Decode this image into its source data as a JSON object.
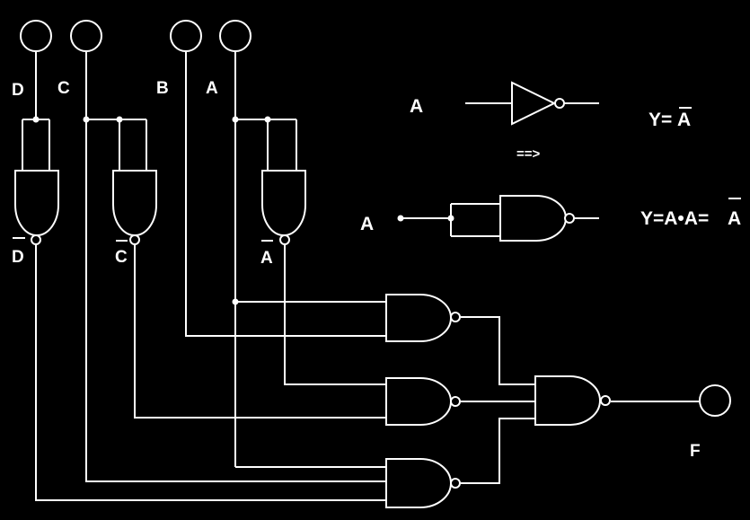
{
  "colors": {
    "background": "#000000",
    "stroke": "#ffffff"
  },
  "inputs": {
    "d": "D",
    "c": "C",
    "b": "B",
    "a": "A"
  },
  "inverted": {
    "d": "D",
    "c": "C",
    "a": "A"
  },
  "output": {
    "f": "F"
  },
  "legend": {
    "row1": {
      "input": "A",
      "arrow": "==>",
      "expr_prefix": "Y=",
      "expr_bar": "A"
    },
    "row2": {
      "input": "A",
      "expr_prefix": "Y=A•A=",
      "expr_bar": "A"
    }
  }
}
